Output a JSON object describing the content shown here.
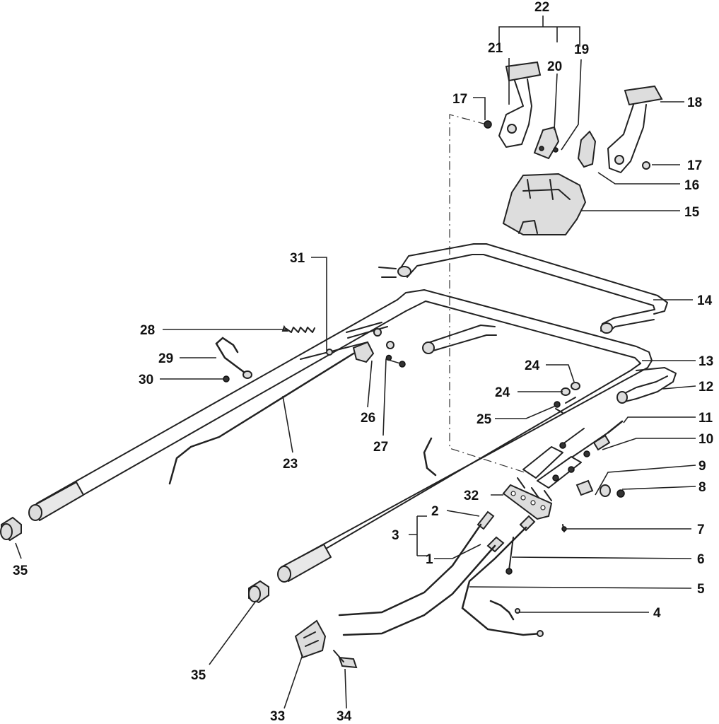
{
  "diagram": {
    "type": "exploded-parts-diagram",
    "callouts": [
      {
        "id": "c22",
        "label": "22"
      },
      {
        "id": "c21",
        "label": "21"
      },
      {
        "id": "c20",
        "label": "20"
      },
      {
        "id": "c19",
        "label": "19"
      },
      {
        "id": "c17a",
        "label": "17"
      },
      {
        "id": "c18",
        "label": "18"
      },
      {
        "id": "c17b",
        "label": "17"
      },
      {
        "id": "c16",
        "label": "16"
      },
      {
        "id": "c15",
        "label": "15"
      },
      {
        "id": "c14",
        "label": "14"
      },
      {
        "id": "c13",
        "label": "13"
      },
      {
        "id": "c12",
        "label": "12"
      },
      {
        "id": "c11",
        "label": "11"
      },
      {
        "id": "c10",
        "label": "10"
      },
      {
        "id": "c9",
        "label": "9"
      },
      {
        "id": "c8",
        "label": "8"
      },
      {
        "id": "c7",
        "label": "7"
      },
      {
        "id": "c6",
        "label": "6"
      },
      {
        "id": "c5",
        "label": "5"
      },
      {
        "id": "c4",
        "label": "4"
      },
      {
        "id": "c31",
        "label": "31"
      },
      {
        "id": "c28",
        "label": "28"
      },
      {
        "id": "c29",
        "label": "29"
      },
      {
        "id": "c30",
        "label": "30"
      },
      {
        "id": "c26",
        "label": "26"
      },
      {
        "id": "c27",
        "label": "27"
      },
      {
        "id": "c23",
        "label": "23"
      },
      {
        "id": "c24a",
        "label": "24"
      },
      {
        "id": "c24b",
        "label": "24"
      },
      {
        "id": "c25",
        "label": "25"
      },
      {
        "id": "c32",
        "label": "32"
      },
      {
        "id": "c2",
        "label": "2"
      },
      {
        "id": "c3",
        "label": "3"
      },
      {
        "id": "c1",
        "label": "1"
      },
      {
        "id": "c35a",
        "label": "35"
      },
      {
        "id": "c35b",
        "label": "35"
      },
      {
        "id": "c33",
        "label": "33"
      },
      {
        "id": "c34",
        "label": "34"
      }
    ]
  }
}
